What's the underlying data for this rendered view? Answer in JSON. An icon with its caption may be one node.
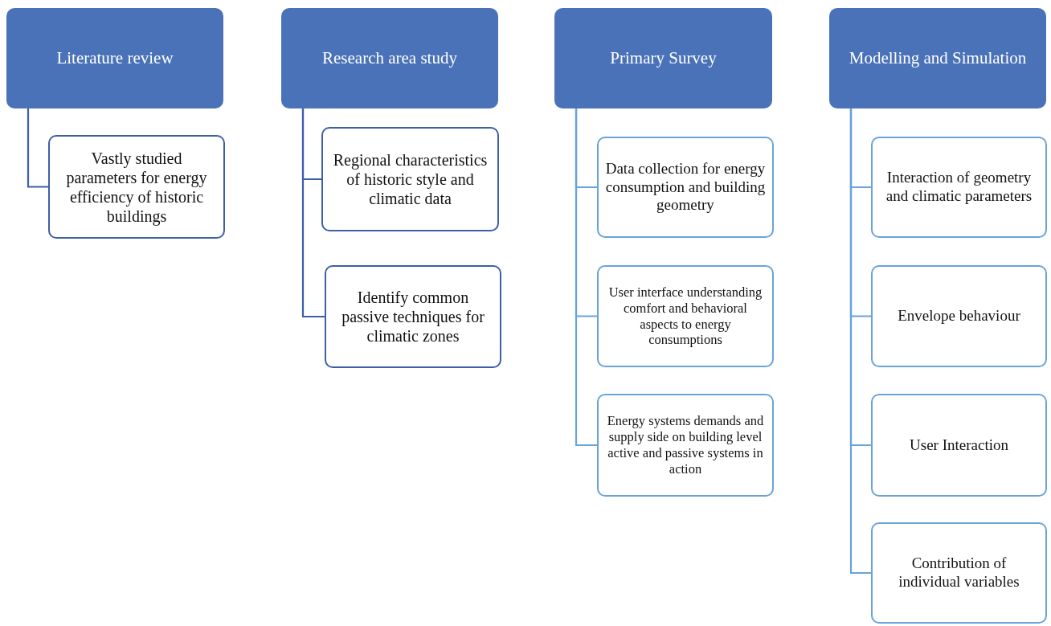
{
  "diagram": {
    "nodes": [
      {
        "text": [
          "Literature review"
        ]
      },
      {
        "text": [
          "Vastly studied parameters for energy efficiency of historic buildings"
        ]
      },
      {
        "text": [
          "Research area study"
        ]
      },
      {
        "text": [
          "Regional characteristics of historic style and climatic data"
        ]
      },
      {
        "text": [
          "Identify common passive techniques for climatic zones"
        ]
      },
      {
        "text": [
          "Primary Survey"
        ]
      },
      {
        "text": [
          "Data collection for energy consumption and building geometry"
        ]
      },
      {
        "text": [
          "User interface understanding comfort and behavioral aspects to energy consumptions"
        ]
      },
      {
        "text": [
          "Energy systems demands and supply side on building level active and passive systems in action"
        ]
      },
      {
        "text": [
          "Modelling and Simulation"
        ]
      },
      {
        "text": [
          "Interaction of geometry and climatic parameters"
        ]
      },
      {
        "text": [
          "Envelope behaviour"
        ]
      },
      {
        "text": [
          "User Interaction"
        ]
      },
      {
        "text": [
          "Contribution of individual variables"
        ]
      }
    ],
    "edges": [
      {
        "from": 0,
        "to": 1,
        "arrow": "none"
      },
      {
        "from": 2,
        "to": 3,
        "arrow": "none"
      },
      {
        "from": 2,
        "to": 4,
        "arrow": "none"
      },
      {
        "from": 5,
        "to": 6,
        "arrow": "none"
      },
      {
        "from": 5,
        "to": 7,
        "arrow": "none"
      },
      {
        "from": 5,
        "to": 8,
        "arrow": "none"
      },
      {
        "from": 9,
        "to": 10,
        "arrow": "none"
      },
      {
        "from": 9,
        "to": 11,
        "arrow": "none"
      },
      {
        "from": 9,
        "to": 12,
        "arrow": "none"
      },
      {
        "from": 9,
        "to": 13,
        "arrow": "none"
      }
    ]
  }
}
